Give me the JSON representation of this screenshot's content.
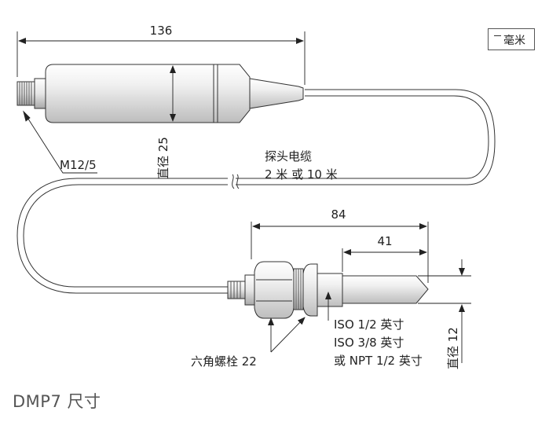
{
  "title": "DMP7 尺寸",
  "unit": "毫米",
  "dims": {
    "total_length": "136",
    "body_diameter": "直径 25",
    "connector": "M12/5",
    "cable": "探头电缆",
    "cable_length": "2 米 或 10 米",
    "probe_length": "84",
    "tip_length": "41",
    "tip_diameter": "直径 12",
    "hex_bolt": "六角螺栓 22",
    "thread_1": "ISO 1/2 英寸",
    "thread_2": "ISO 3/8 英寸",
    "thread_3": "或 NPT 1/2 英寸"
  }
}
